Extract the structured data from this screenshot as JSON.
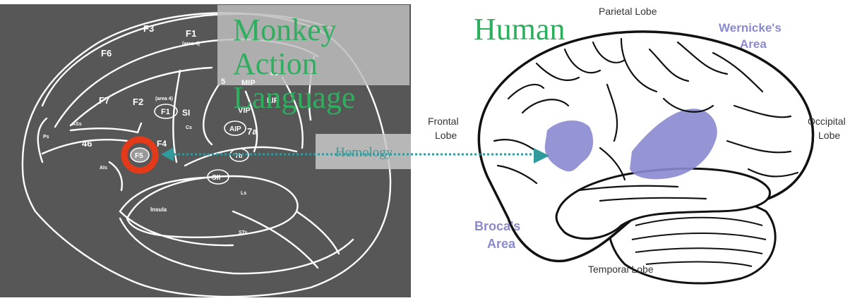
{
  "title_monkey_line1": "Monkey",
  "title_monkey_line2": "Action",
  "title_monkey_line3": "Language",
  "title_human": "Human",
  "homology_label": "Homology",
  "monkey_labels": {
    "f3": "F3",
    "f1": "F1",
    "f1_area": "(area 4)",
    "f6": "F6",
    "f7": "F7",
    "f2": "F2",
    "f2_area": "(area 4)",
    "f1_oval": "F1",
    "si": "SI",
    "mip": "MIP",
    "lip": "LIP",
    "vip": "VIP",
    "aip": "AIP",
    "seven_a": "7a",
    "seven_b": "7b",
    "sii": "SII",
    "f4": "F4",
    "f5": "F5",
    "area46": "46",
    "insula": "Insula",
    "num5": "5",
    "ips": "IPs",
    "cs": "Cs",
    "as": "ASs",
    "ps": "Ps",
    "ais": "AIs",
    "ls": "Ls",
    "sts": "STs"
  },
  "human_labels": {
    "parietal": "Parietal Lobe",
    "wernicke_line1": "Wernicke's",
    "wernicke_line2": "Area",
    "frontal_line1": "Frontal",
    "frontal_line2": "Lobe",
    "occipital_line1": "Occipital",
    "occipital_line2": "Lobe",
    "broca_line1": "Broca's",
    "broca_line2": "Area",
    "temporal": "Temporal Lobe"
  },
  "colors": {
    "monkey_bg": "#575757",
    "highlight": "#e53a1a",
    "green_title": "#2fae5f",
    "teal_arrow": "#2f9b9b",
    "purple_area": "#8a8ad0"
  }
}
